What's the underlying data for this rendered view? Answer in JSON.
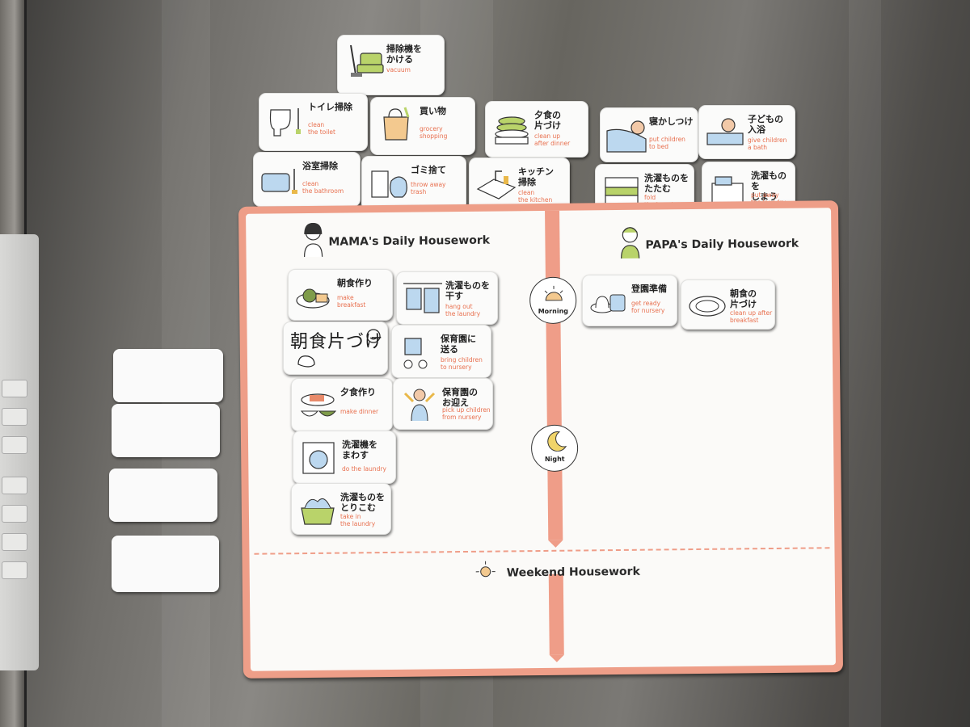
{
  "board": {
    "mama_title": "MAMA's Daily Housework",
    "papa_title": "PAPA's Daily Housework",
    "weekend_title": "Weekend Housework",
    "morning_label": "Morning",
    "night_label": "Night",
    "handwritten_note": "朝食片づけ"
  },
  "magnets": [
    {
      "id": "vacuum",
      "jp": "掃除機を\nかける",
      "en": "vacuum"
    },
    {
      "id": "toilet",
      "jp": "トイレ掃除",
      "en": "clean\nthe toilet"
    },
    {
      "id": "grocery",
      "jp": "買い物",
      "en": "grocery\nshopping"
    },
    {
      "id": "dinner-cleanup",
      "jp": "夕食の\n片づけ",
      "en": "clean up\nafter dinner"
    },
    {
      "id": "bedtime",
      "jp": "寝かしつけ",
      "en": "put children\nto bed"
    },
    {
      "id": "bath",
      "jp": "子どもの\n入浴",
      "en": "give children\na bath"
    },
    {
      "id": "bathroom",
      "jp": "浴室掃除",
      "en": "clean\nthe bathroom"
    },
    {
      "id": "trash",
      "jp": "ゴミ捨て",
      "en": "throw away\ntrash"
    },
    {
      "id": "kitchen",
      "jp": "キッチン\n掃除",
      "en": "clean\nthe kitchen"
    },
    {
      "id": "fold",
      "jp": "洗濯ものを\nたたむ",
      "en": "fold\nthe laundry"
    },
    {
      "id": "putaway",
      "jp": "洗濯ものを\nしまう",
      "en": "put away\nthe laundry"
    },
    {
      "id": "breakfast",
      "jp": "朝食作り",
      "en": "make\nbreakfast"
    },
    {
      "id": "hangout",
      "jp": "洗濯ものを\n干す",
      "en": "hang out\nthe laundry"
    },
    {
      "id": "dropoff",
      "jp": "保育園に\n送る",
      "en": "bring children\nto nursery"
    },
    {
      "id": "makedinner",
      "jp": "夕食作り",
      "en": "make dinner"
    },
    {
      "id": "pickup",
      "jp": "保育園の\nお迎え",
      "en": "pick up children\nfrom nursery"
    },
    {
      "id": "washer",
      "jp": "洗濯機を\nまわす",
      "en": "do the laundry"
    },
    {
      "id": "takein",
      "jp": "洗濯ものを\nとりこむ",
      "en": "take in\nthe laundry"
    },
    {
      "id": "nurseryprep",
      "jp": "登園準備",
      "en": "get ready\nfor nursery"
    },
    {
      "id": "breakfast-cleanup",
      "jp": "朝食の\n片づけ",
      "en": "clean up after\nbreakfast"
    }
  ],
  "icons": [
    "vacuum-icon",
    "toilet-icon",
    "shopping-bag-icon",
    "dishes-icon",
    "sleeping-child-icon",
    "bath-icon",
    "bathtub-icon",
    "trash-bag-icon",
    "faucet-icon",
    "folded-shirt-icon",
    "storage-box-icon",
    "sun-icon",
    "moon-icon",
    "woman-avatar-icon",
    "man-avatar-icon"
  ],
  "colors": {
    "board_border": "#ee9e88",
    "english_text": "#e8704f",
    "fridge": "#7b7975"
  }
}
